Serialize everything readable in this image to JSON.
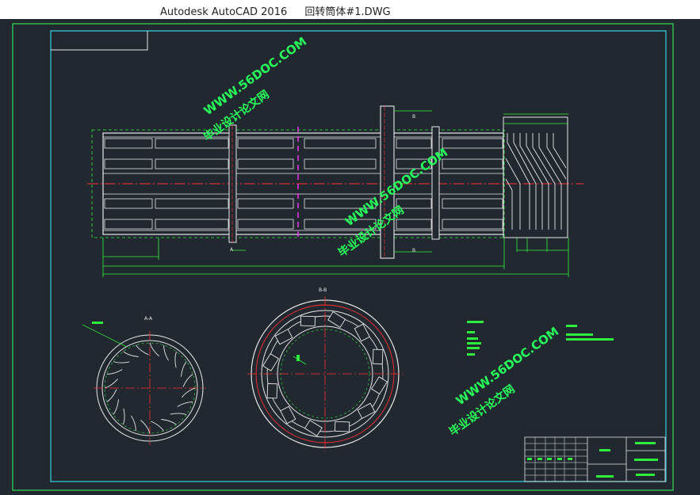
{
  "window": {
    "app_name": "Autodesk AutoCAD 2016",
    "file_name": "回转筒体#1.DWG"
  },
  "colors": {
    "background": "#212830",
    "border_outer": "#2ee04f",
    "border_inner": "#35d6e6",
    "geometry": "#e8e8e8",
    "dimension": "#2ef03c",
    "centerline": "#ff3030",
    "highlight": "#ff33ff",
    "watermark": "#27ff5a"
  },
  "drawing": {
    "section_label_a": "A",
    "section_label_b": "B",
    "view_label_left": "A-A",
    "view_label_right": "B-B"
  },
  "watermarks": [
    {
      "line1": "WWW.56DOC.COM",
      "line2": "毕业设计论文网"
    },
    {
      "line1": "WWW.56DOC.COM",
      "line2": "毕业设计论文网"
    },
    {
      "line1": "WWW.56DOC.COM",
      "line2": "毕业设计论文网"
    }
  ]
}
